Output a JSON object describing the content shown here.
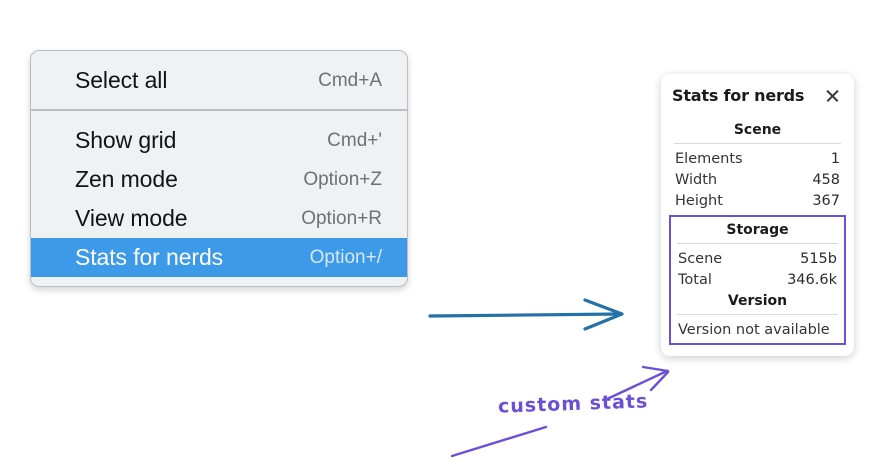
{
  "context_menu": {
    "name": "canvas-context-menu",
    "groups": [
      {
        "items": [
          {
            "label": "Select all",
            "shortcut": "Cmd+A",
            "selected": false
          }
        ]
      },
      {
        "items": [
          {
            "label": "Show grid",
            "shortcut": "Cmd+'",
            "selected": false
          },
          {
            "label": "Zen mode",
            "shortcut": "Option+Z",
            "selected": false
          },
          {
            "label": "View mode",
            "shortcut": "Option+R",
            "selected": false
          },
          {
            "label": "Stats for nerds",
            "shortcut": "Option+/",
            "selected": true
          }
        ]
      }
    ],
    "selected_color": "#3c9ae8"
  },
  "stats_panel": {
    "title": "Stats for nerds",
    "close_icon": "close-icon",
    "scene": {
      "heading": "Scene",
      "rows": [
        {
          "label": "Elements",
          "value": "1"
        },
        {
          "label": "Width",
          "value": "458"
        },
        {
          "label": "Height",
          "value": "367"
        }
      ]
    },
    "custom": {
      "outline_color": "#6b4fd8",
      "storage": {
        "heading": "Storage",
        "rows": [
          {
            "label": "Scene",
            "value": "515b"
          },
          {
            "label": "Total",
            "value": "346.6k"
          }
        ]
      },
      "version": {
        "heading": "Version",
        "text": "Version not available"
      }
    }
  },
  "annotations": {
    "arrow_color": "#2471a9",
    "marker_color": "#6b4fd8",
    "label": "custom stats"
  }
}
